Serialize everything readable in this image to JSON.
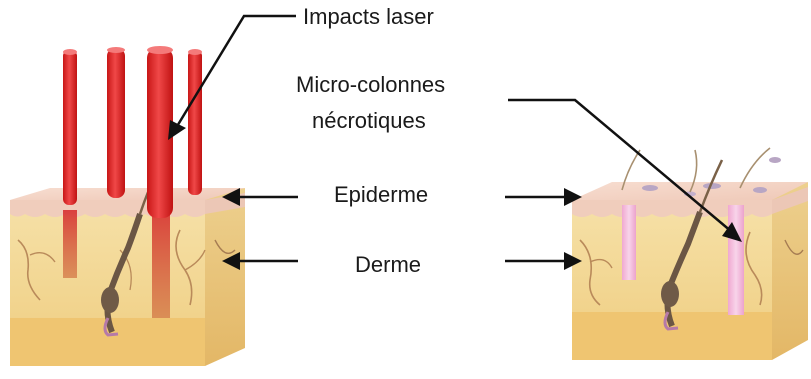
{
  "labels": {
    "laser_impacts": "Impacts laser",
    "necrotic_columns_line1": "Micro-colonnes",
    "necrotic_columns_line2": "nécrotiques",
    "epidermis": "Epiderme",
    "dermis": "Derme"
  },
  "colors": {
    "laser_red": "#e02828",
    "epidermis_pink": "#f3cfc0",
    "dermis_yellow": "#f2d692",
    "deep_layer": "#f0c86e",
    "necrotic_pink": "#f2b8d8",
    "arrow": "#111111"
  }
}
